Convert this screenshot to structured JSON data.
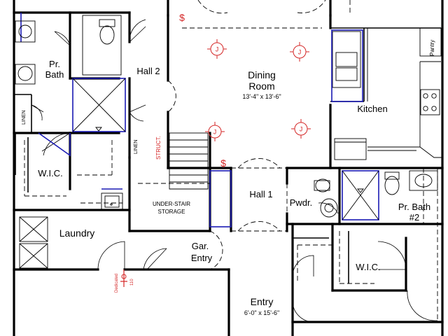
{
  "rooms": {
    "pr_bath_1": [
      "Pr.",
      "Bath"
    ],
    "hall_2": "Hall 2",
    "dining": [
      "Dining",
      "Room"
    ],
    "dining_dim": "13'-4\" x 13'-6\"",
    "kitchen": "Kitchen",
    "pantry": "Pantry",
    "linen_left": "LINEN",
    "linen_mid": "LINEN",
    "wic_left": "W.I.C.",
    "struct": "STRUCT.",
    "under_stair": [
      "UNDER-STAIR",
      "STORAGE"
    ],
    "hall_1": "Hall 1",
    "powder": "Pwdr.",
    "pr_bath_2": [
      "Pr. Bath",
      "#2"
    ],
    "laundry": "Laundry",
    "gar_entry": [
      "Gar.",
      "Entry"
    ],
    "wic_right": "W.I.C.",
    "entry": "Entry",
    "entry_dim": "6'-0\" x 15'-6\"",
    "dedicated": "Dedicated",
    "outlet_110": "110"
  },
  "symbols": {
    "ceiling_fixture": "J",
    "switch": "$"
  },
  "colors": {
    "wall": "#000000",
    "fixture_blue": "#1a1ab4",
    "electrical_red": "#d42626"
  }
}
